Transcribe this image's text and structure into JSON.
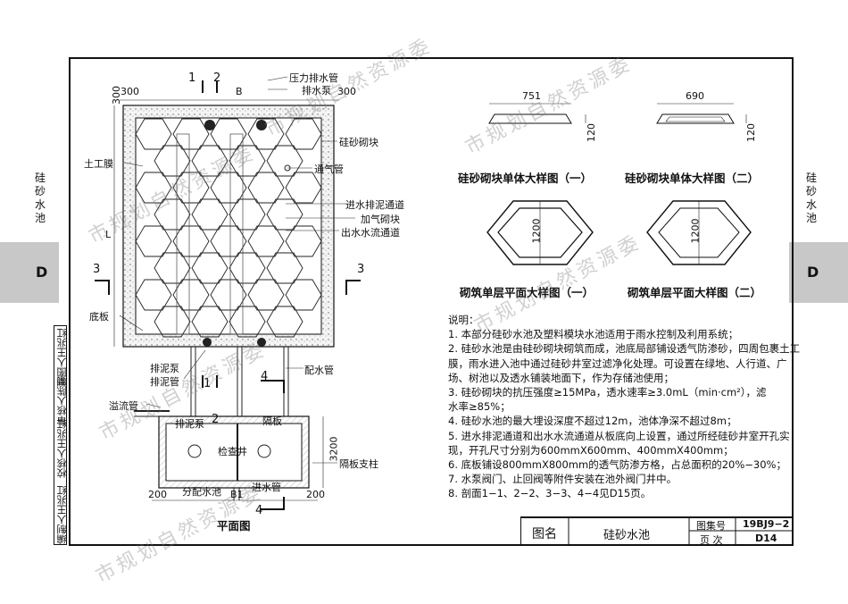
{
  "sidebar": {
    "title_left": "硅砂水池",
    "title_right": "硅砂水池",
    "tab_letter": "D"
  },
  "signatures": [
    "编制人王兆红",
    "校核人王兆红",
    "审核人陈豪",
    "制图人王兆红"
  ],
  "plan": {
    "dim_300_a": "300",
    "dim_300_b": "300",
    "dim_300_c": "300",
    "dim_L": "L",
    "dim_B": "B",
    "dim_3200": "3200",
    "dim_200_a": "200",
    "dim_200_b": "200",
    "dim_B1": "B1",
    "sec1_top": "1",
    "sec2_top": "2",
    "sec1_bot": "1",
    "sec2_bot": "2",
    "sec3_left": "3",
    "sec3_right": "3",
    "sec4_mid": "4",
    "sec4_bot": "4",
    "callouts": {
      "pressure_pipe": "压力排水管",
      "drain_pump": "排水泵",
      "silica_block": "硅砂砌块",
      "geotextile": "土工膜",
      "vent_pipe": "通气管",
      "inlet_channel": "进水排泥通道",
      "aerated_block": "加气砌块",
      "outlet_channel": "出水水流通道",
      "bottom_plate": "底板",
      "sludge_pump_a": "排泥泵",
      "sludge_pipe": "排泥管",
      "distribution_pipe": "配水管",
      "overflow_pipe": "溢流管",
      "sludge_pump_b": "排泥泵",
      "partition": "隔板",
      "inspection_well": "检查井",
      "partition_column": "隔板支柱",
      "distribution_well": "分配水池",
      "inlet_pipe": "进水管"
    },
    "title": "平面图"
  },
  "details": {
    "block1": {
      "dim": "751",
      "height": "120",
      "title": "硅砂砌块单体大样图（一）"
    },
    "block2": {
      "dim": "690",
      "height": "120",
      "title": "硅砂砌块单体大样图（二）"
    },
    "layer1": {
      "dim": "1200",
      "title": "砌筑单层平面大样图（一）"
    },
    "layer2": {
      "dim": "1200",
      "title": "砌筑单层平面大样图（二）"
    }
  },
  "notes": {
    "heading": "说明：",
    "lines": [
      "1. 本部分硅砂水池及塑料模块水池适用于雨水控制及利用系统；",
      "2. 硅砂水池是由硅砂砌块砌筑而成，池底局部铺设透气防渗砂，四周包裹土工",
      "    膜，雨水进入池中通过硅砂井室过滤净化处理。可设置在绿地、人行道、广",
      "    场、树池以及透水铺装地面下，作为存储池使用；",
      "3. 硅砂砌块的抗压强度≥15MPa，透水速率≥3.0mL（min·cm²），滤",
      "    水率≥85%；",
      "4. 硅砂水池的最大埋设深度不超过12m，池体净深不超过8m；",
      "5. 进水排泥通道和出水水流通道从板底向上设置，通过所经硅砂井室开孔实",
      "    现，开孔尺寸分别为600mmX600mm、400mmX400mm；",
      "6. 底板铺设800mmX800mm的透气防渗方格，占总面积的20%−30%；",
      "7. 水泵阀门、止回阀等附件安装在池外阀门井中。",
      "8. 剖面1−1、2−2、3−3、4−4见D15页。"
    ]
  },
  "titleblock": {
    "name_label": "图名",
    "name_value": "硅砂水池",
    "atlas_label": "图集号",
    "atlas_value": "19BJ9−2",
    "page_label": "页  次",
    "page_value": "D14"
  },
  "watermark": [
    "市规划自然资源委",
    "市规划自然资源委",
    "市规划自然资源委",
    "市规划自然资源委",
    "市规划自然资源委",
    "市规划自然资源委"
  ]
}
